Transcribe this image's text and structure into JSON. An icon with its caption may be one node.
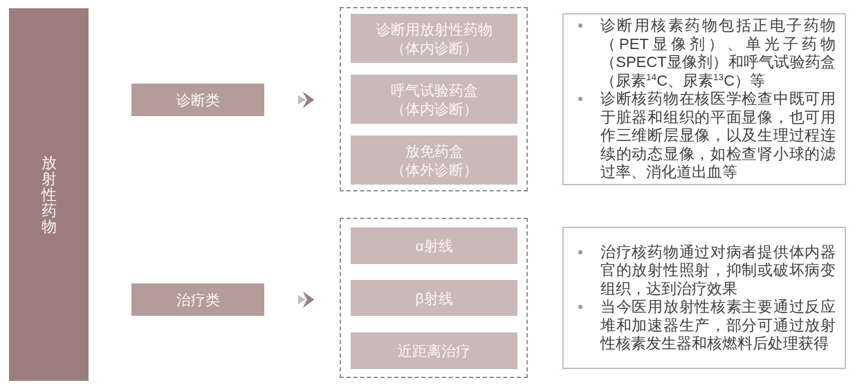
{
  "diagram": {
    "nodes": [
      {
        "text": [
          "放射性药物"
        ]
      },
      {
        "text": [
          "诊断类"
        ]
      },
      {
        "text": [],
        "shape": "box"
      },
      {
        "text": [
          "诊断用放射性药物",
          "（体内诊断）"
        ],
        "in": 2
      },
      {
        "text": [
          "呼气试验药盒",
          "（体内诊断）"
        ],
        "in": 2
      },
      {
        "text": [
          "放免药盒",
          "（体外诊断）"
        ],
        "in": 2
      },
      {
        "text": [
          "诊断用核素药物包括正电子药物（PET显像剂）、单光子药物（SPECT显像剂）和呼气试验药盒（尿素$^{14}$C、尿素$^{13}$C）等",
          "诊断核药物在核医学检查中既可用于脏器和组织的平面显像，也可用作三维断层显像，以及生理过程连续的动态显像，如检查肾小球的滤过率、消化道出血等"
        ]
      },
      {
        "text": [
          "治疗类"
        ]
      },
      {
        "text": [],
        "shape": "box"
      },
      {
        "text": [
          "α射线"
        ],
        "in": 8
      },
      {
        "text": [
          "β射线"
        ],
        "in": 8
      },
      {
        "text": [
          "近距离治疗"
        ],
        "in": 8
      },
      {
        "text": [
          "治疗核药物通过对病者提供体内器官的放射性照射，抑制或破坏病变组织，达到治疗效果",
          "当今医用放射性核素主要通过反应堆和加速器生产，部分可通过放射性核素发生器和核燃料后处理获得"
        ]
      }
    ],
    "edges": [
      {
        "from": 1,
        "to": 2,
        "arrow": "to"
      },
      {
        "from": 7,
        "to": 8,
        "arrow": "to"
      }
    ]
  }
}
